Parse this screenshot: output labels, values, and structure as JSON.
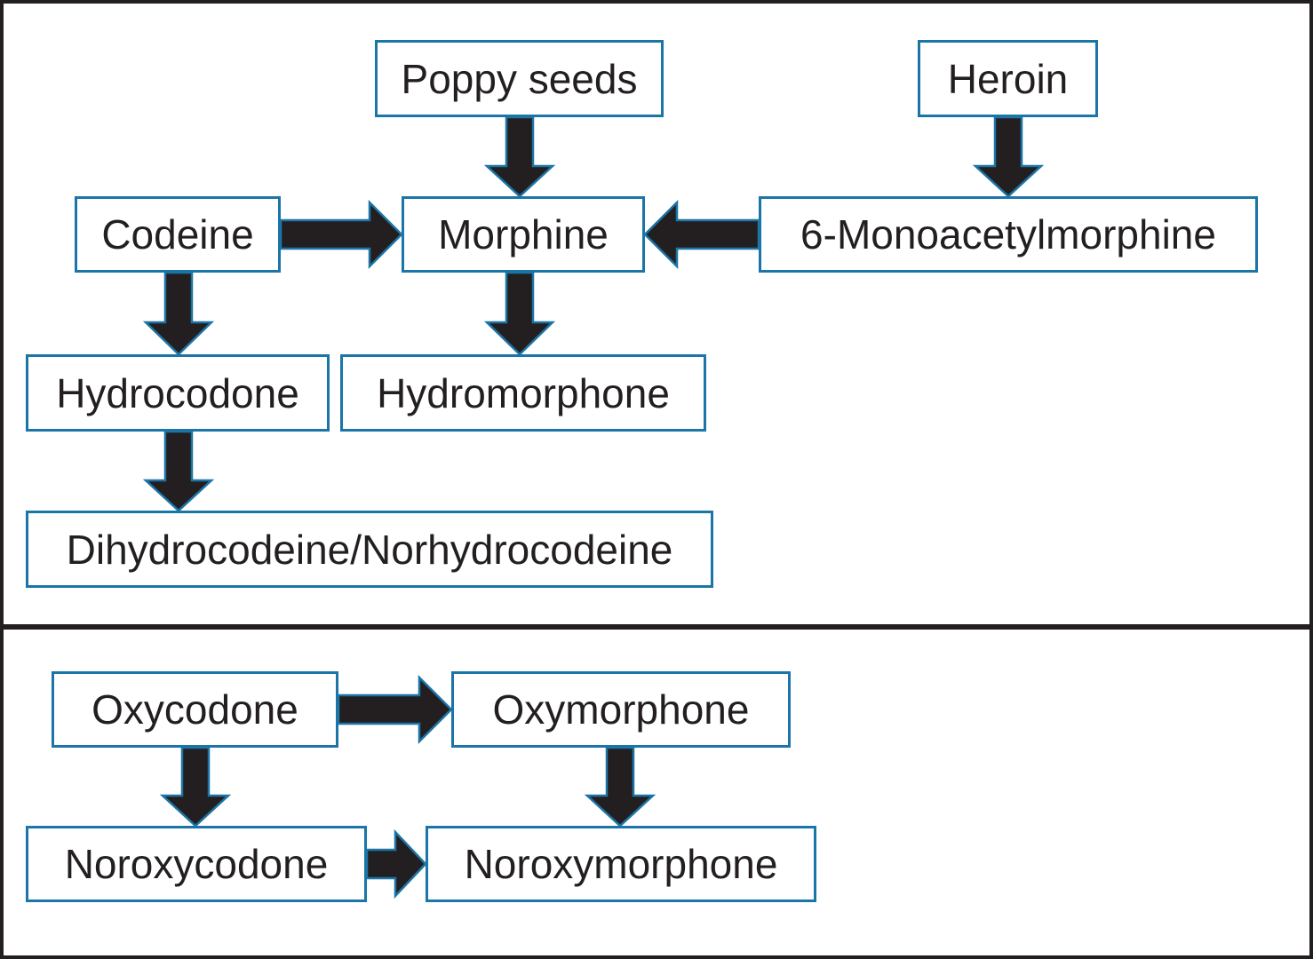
{
  "diagram": {
    "colors": {
      "box_border": "#1b75a6",
      "arrow_fill": "#231f20",
      "frame": "#231f20"
    },
    "top_panel": {
      "nodes": {
        "poppy_seeds": "Poppy seeds",
        "heroin": "Heroin",
        "codeine": "Codeine",
        "morphine": "Morphine",
        "monoacetylmorphine": "6-Monoacetylmorphine",
        "hydrocodone": "Hydrocodone",
        "hydromorphone": "Hydromorphone",
        "dihydrocodeine": "Dihydrocodeine/Norhydrocodeine"
      },
      "edges": [
        {
          "from": "Poppy seeds",
          "to": "Morphine"
        },
        {
          "from": "Heroin",
          "to": "6-Monoacetylmorphine"
        },
        {
          "from": "Codeine",
          "to": "Morphine"
        },
        {
          "from": "6-Monoacetylmorphine",
          "to": "Morphine"
        },
        {
          "from": "Codeine",
          "to": "Hydrocodone"
        },
        {
          "from": "Morphine",
          "to": "Hydromorphone"
        },
        {
          "from": "Hydrocodone",
          "to": "Dihydrocodeine/Norhydrocodeine"
        }
      ]
    },
    "bottom_panel": {
      "nodes": {
        "oxycodone": "Oxycodone",
        "oxymorphone": "Oxymorphone",
        "noroxycodone": "Noroxycodone",
        "noroxymorphone": "Noroxymorphone"
      },
      "edges": [
        {
          "from": "Oxycodone",
          "to": "Oxymorphone"
        },
        {
          "from": "Oxycodone",
          "to": "Noroxycodone"
        },
        {
          "from": "Oxymorphone",
          "to": "Noroxymorphone"
        },
        {
          "from": "Noroxycodone",
          "to": "Noroxymorphone"
        }
      ]
    }
  }
}
